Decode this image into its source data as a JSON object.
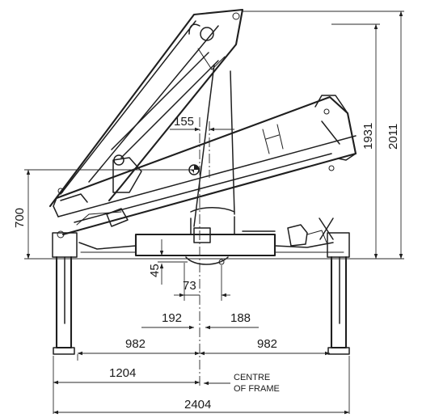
{
  "dimensions": {
    "d155": "155",
    "d700": "700",
    "d1931": "1931",
    "d2011": "2011",
    "d45": "45",
    "d73": "73",
    "d192": "192",
    "d188": "188",
    "d982_left": "982",
    "d982_right": "982",
    "d1204": "1204",
    "d2404": "2404"
  },
  "labels": {
    "centre_line1": "CENTRE",
    "centre_line2": "OF FRAME"
  }
}
